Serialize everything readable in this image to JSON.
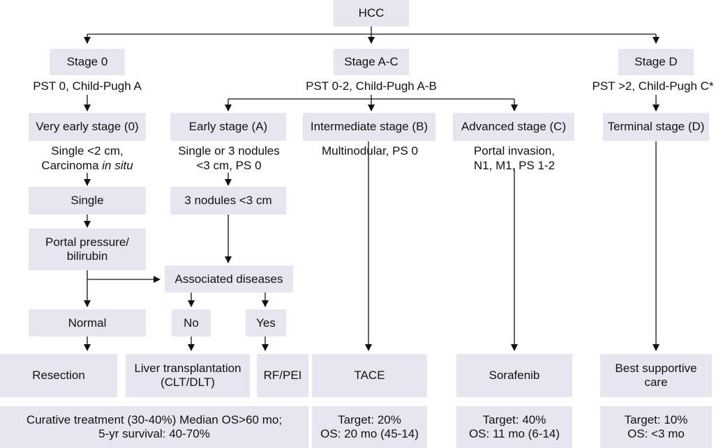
{
  "nodes": {
    "hcc": "HCC",
    "stage0": "Stage 0",
    "stageAC": "Stage A-C",
    "stageD": "Stage D",
    "very_early": "Very early stage (0)",
    "early": "Early stage (A)",
    "intermediate": "Intermediate stage (B)",
    "advanced": "Advanced stage (C)",
    "terminal": "Terminal stage (D)",
    "single": "Single",
    "three_nodules": "3 nodules <3 cm",
    "portal_pressure": [
      "Portal pressure/",
      "bilirubin"
    ],
    "associated": "Associated diseases",
    "normal": "Normal",
    "no": "No",
    "yes": "Yes"
  },
  "conditions": {
    "stage0": "PST 0, Child-Pugh A",
    "stageAC": "PST 0-2, Child-Pugh A-B",
    "stageD": "PST >2, Child-Pugh C*",
    "very_early_line1": "Single <2 cm,",
    "very_early_line2_prefix": "Carcinoma ",
    "very_early_line2_italic": "in situ",
    "early": [
      "Single or 3 nodules",
      "<3 cm, PS 0"
    ],
    "intermediate": "Multinodular, PS 0",
    "advanced": [
      "Portal invasion,",
      "N1, M1, PS 1-2"
    ]
  },
  "treatments": {
    "resection": "Resection",
    "transplant": [
      "Liver transplantation",
      "(CLT/DLT)"
    ],
    "rfpei": "RF/PEI",
    "tace": "TACE",
    "sorafenib": "Sorafenib",
    "bsc": [
      "Best supportive",
      "care"
    ]
  },
  "outcomes": {
    "curative": [
      "Curative treatment (30-40%) Median OS>60 mo;",
      "5-yr survival: 40-70%"
    ],
    "tace": [
      "Target: 20%",
      "OS: 20 mo (45-14)"
    ],
    "sorafenib": [
      "Target: 40%",
      "OS: 11 mo (6-14)"
    ],
    "bsc": [
      "Target: 10%",
      "OS: <3 mo"
    ]
  },
  "colors": {
    "box": "#e6e7ee",
    "line": "#111111"
  }
}
